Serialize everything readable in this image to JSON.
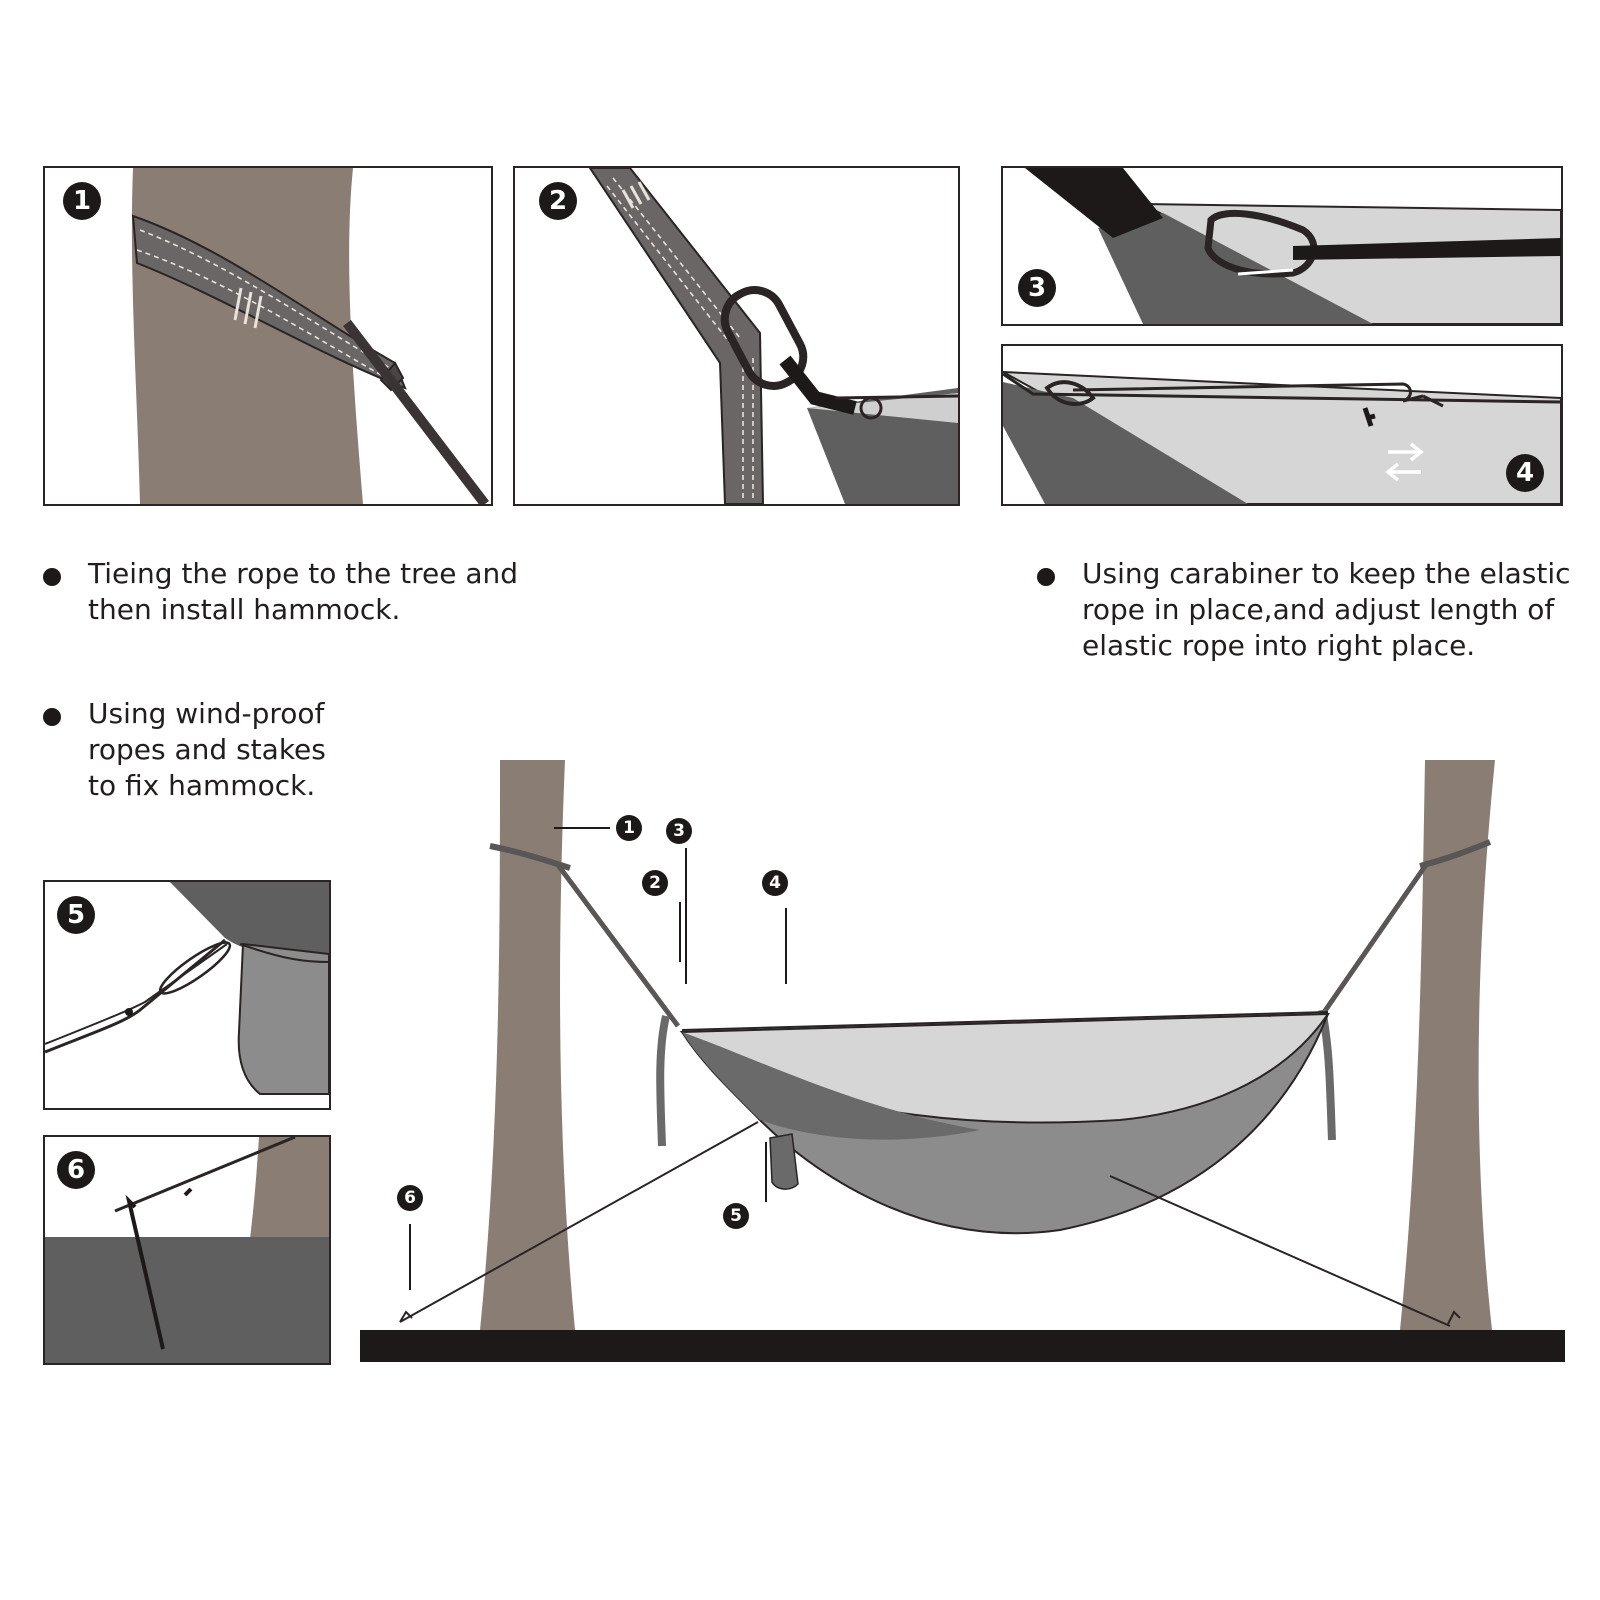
{
  "colors": {
    "tree_bark": "#8a7e74",
    "strap": "#6a6666",
    "hammock_dark": "#6a6a6a",
    "hammock_mid": "#8c8c8c",
    "net": "#d6d6d6",
    "ground": "#1e1919",
    "outline": "#2a2424"
  },
  "steps": {
    "s1": "1",
    "s2": "2",
    "s3": "3",
    "s4": "4",
    "s5": "5",
    "s6": "6"
  },
  "instructions": {
    "tree": {
      "line1": "Tieing the rope to the tree and",
      "line2": "then install hammock."
    },
    "carabiner": {
      "line1": "Using carabiner to keep the elastic",
      "line2": "rope in place,and adjust length of",
      "line3": "elastic rope into right place."
    },
    "windproof": {
      "line1": "Using wind-proof",
      "line2": "ropes and stakes",
      "line3": "to fix hammock."
    }
  },
  "icons": {
    "step1_panel": "tree-strap-illustration",
    "step2_panel": "strap-carabiner-illustration",
    "step3_panel": "carabiner-clip-illustration",
    "step4_panel": "elastic-rope-adjust-illustration",
    "step5_panel": "guy-line-loop-illustration",
    "step6_panel": "ground-stake-illustration",
    "adjust_arrows": "left-right-arrows-icon",
    "overview": "hammock-setup-overview"
  }
}
